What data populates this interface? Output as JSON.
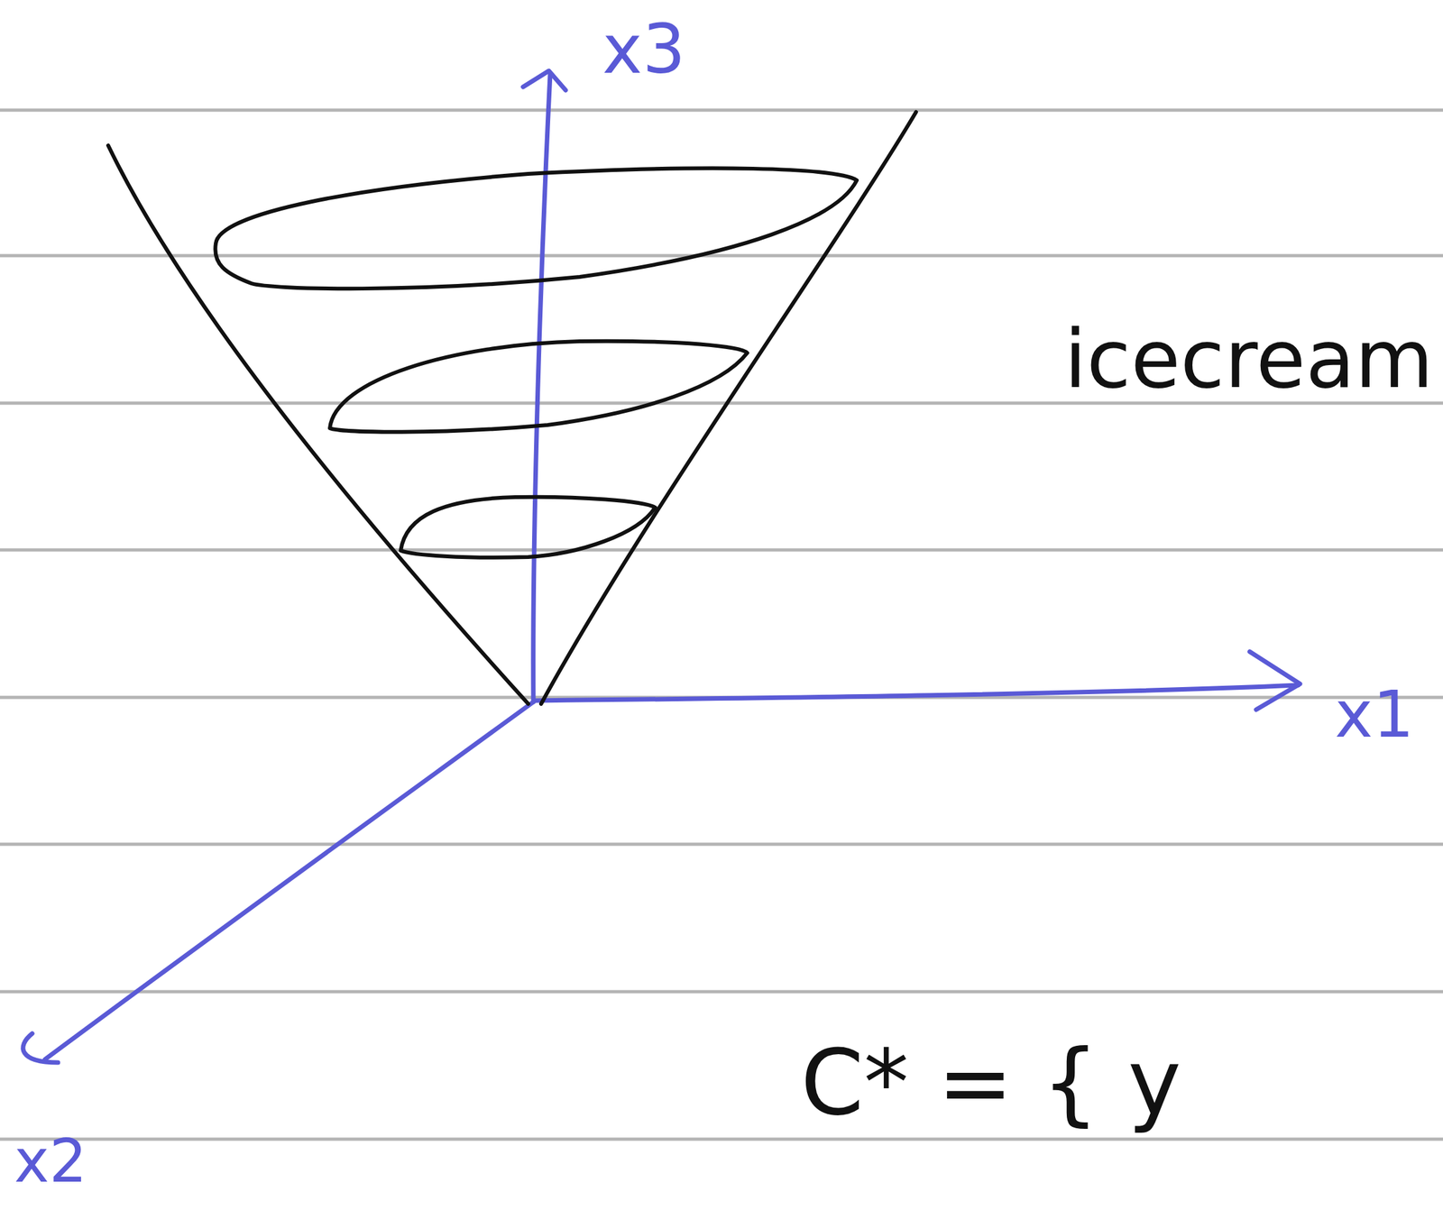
{
  "diagram": {
    "labels": [
      "x3",
      "x1",
      "x2",
      "icecream",
      "C* = { y"
    ]
  }
}
